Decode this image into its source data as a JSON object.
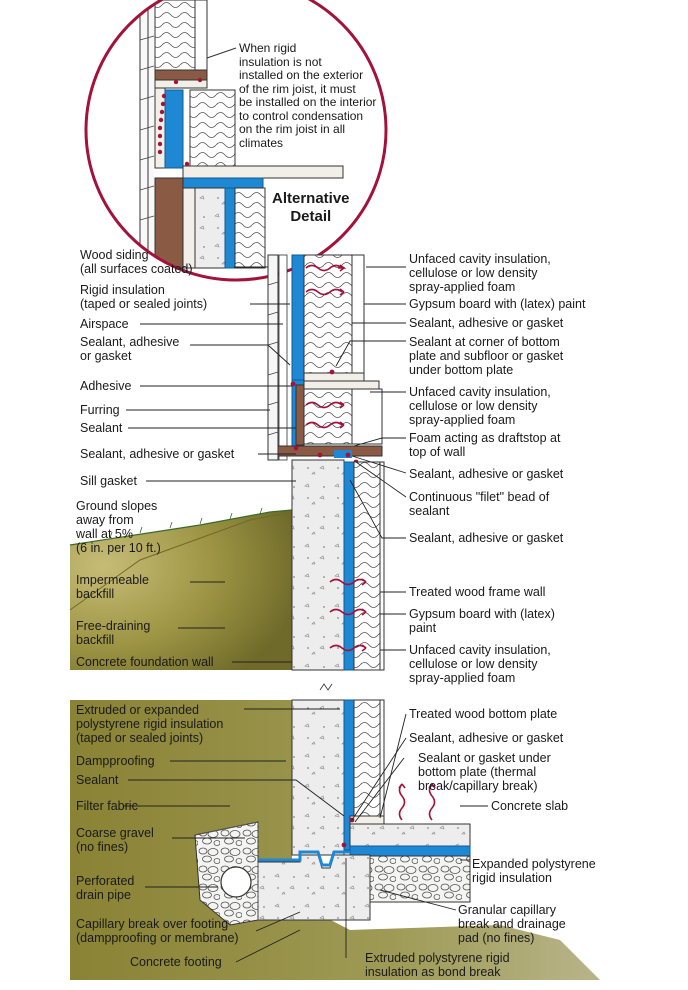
{
  "circle_callout": {
    "note": "When rigid\ninsulation is not\ninstalled on the exterior\nof the rim joist, it must\nbe installed on the interior\nto control condensation\non the rim joist in all\nclimates",
    "title": "Alternative\nDetail"
  },
  "left_labels": {
    "wood_siding": "Wood siding\n(all surfaces coated)",
    "rigid_insulation": "Rigid insulation\n(taped or sealed joints)",
    "airspace": "Airspace",
    "sealant_adhesive_gasket_1": "Sealant, adhesive\nor gasket",
    "adhesive": "Adhesive",
    "furring": "Furring",
    "sealant_1": "Sealant",
    "sealant_adhesive_gasket_2": "Sealant, adhesive or gasket",
    "sill_gasket": "Sill gasket",
    "ground_slopes": "Ground slopes\naway from\nwall at 5%\n(6 in. per 10 ft.)",
    "impermeable_backfill": "Impermeable\nbackfill",
    "free_draining_backfill": "Free-draining\nbackfill",
    "concrete_foundation_wall": "Concrete foundation wall",
    "eps_xps_insulation": "Extruded or expanded\npolystyrene rigid insulation\n(taped or sealed joints)",
    "dampproofing": "Dampproofing",
    "sealant_2": "Sealant",
    "filter_fabric": "Filter fabric",
    "coarse_gravel": "Coarse gravel\n(no fines)",
    "perforated_drain_pipe": "Perforated\ndrain pipe",
    "capillary_break_footing": "Capillary break over footing\n(dampproofing or membrane)",
    "concrete_footing": "Concrete footing"
  },
  "right_labels": {
    "unfaced_cavity_1": "Unfaced cavity insulation,\ncellulose or low density\nspray-applied foam",
    "gypsum_1": "Gypsum board with (latex) paint",
    "sealant_adhesive_gasket_r1": "Sealant, adhesive or gasket",
    "sealant_corner_bottom_plate": "Sealant at corner of bottom\nplate and subfloor or gasket\nunder bottom plate",
    "unfaced_cavity_2": "Unfaced cavity insulation,\ncellulose or low density\nspray-applied foam",
    "foam_draftstop": "Foam acting as draftstop at\ntop of wall",
    "sealant_adhesive_gasket_r2": "Sealant, adhesive or gasket",
    "continuous_filet_bead": "Continuous \"filet\" bead of\nsealant",
    "sealant_adhesive_gasket_r3": "Sealant, adhesive or gasket",
    "treated_wood_frame_wall": "Treated wood frame wall",
    "gypsum_2": "Gypsum board with (latex)\npaint",
    "unfaced_cavity_3": "Unfaced cavity insulation,\ncellulose or low density\nspray-applied foam",
    "treated_wood_bottom_plate": "Treated wood bottom plate",
    "sealant_adhesive_gasket_r4": "Sealant, adhesive or gasket",
    "sealant_gasket_under_plate": "Sealant or gasket under\nbottom plate (thermal\nbreak/capillary break)",
    "concrete_slab": "Concrete slab",
    "eps_rigid": "Expanded polystyrene\nrigid insulation",
    "granular_capillary": "Granular capillary\nbreak and drainage\npad (no fines)",
    "xps_bond_break": "Extruded polystyrene rigid\ninsulation as bond break"
  },
  "colors": {
    "blue_insulation": "#1e88d4",
    "soil_dark": "#7a7a2c",
    "soil_light": "#b8b06a",
    "concrete": "#ededed",
    "red_accent": "#a3123a",
    "wood": "#8a5a44"
  }
}
